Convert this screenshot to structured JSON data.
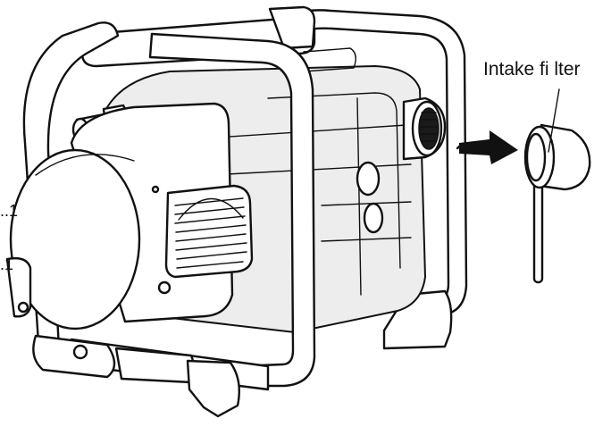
{
  "labels": {
    "intake_filter": "Intake fi lter",
    "cut_off_a": "..1",
    "cut_off_b": ".1"
  }
}
